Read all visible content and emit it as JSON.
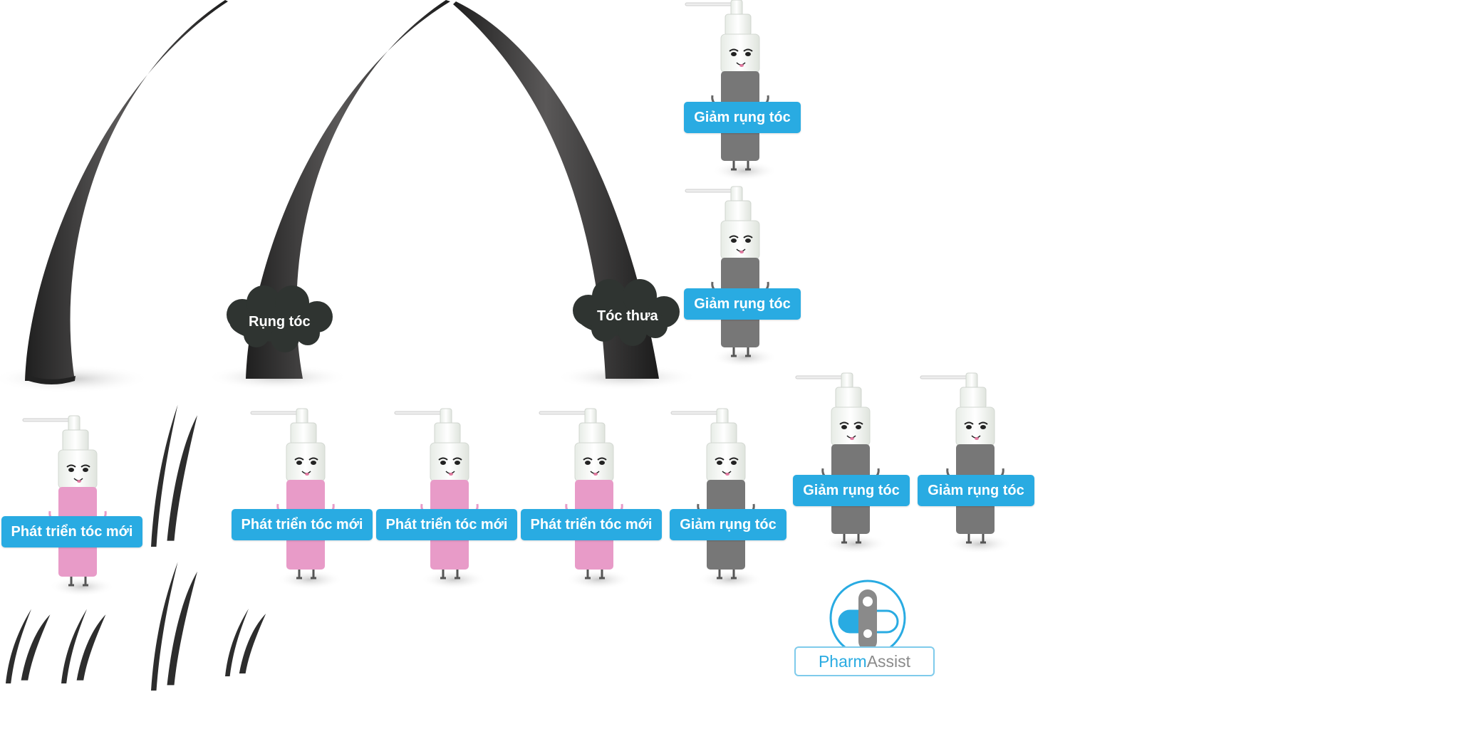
{
  "colors": {
    "label_background": "#29abe2",
    "label_text": "#ffffff",
    "pink_bottle": "#e89bc8",
    "gray_bottle": "#777777",
    "hair": "#3a3a3a",
    "cloud": "#2f3431"
  },
  "problem_clouds": [
    {
      "label": "Rụng tóc"
    },
    {
      "label": "Tóc thưa"
    }
  ],
  "products": {
    "hair_loss_reduction": [
      {
        "label": "Giảm rụng tóc"
      },
      {
        "label": "Giảm rụng tóc"
      },
      {
        "label": "Giảm rụng tóc"
      },
      {
        "label": "Giảm rụng tóc"
      },
      {
        "label": "Giảm rụng tóc"
      }
    ],
    "new_hair_growth": [
      {
        "label": "Phát triển tóc mới"
      },
      {
        "label": "Phát triển tóc mới"
      },
      {
        "label": "Phát triển tóc mới"
      },
      {
        "label": "Phát triển tóc mới"
      }
    ]
  },
  "logo": {
    "text_part1": "Pharm",
    "text_part2": "Assist",
    "icon": "pill-figure-icon"
  }
}
